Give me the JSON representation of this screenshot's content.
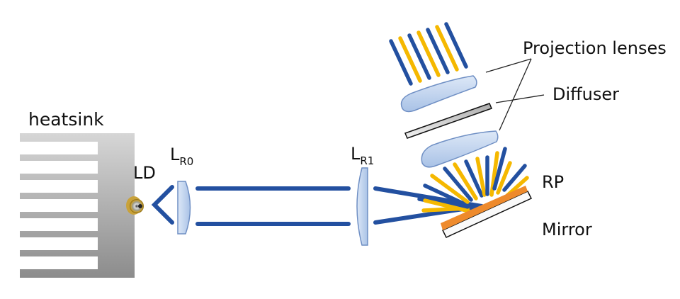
{
  "labels": {
    "heatsink": "heatsink",
    "ld": "LD",
    "lr0_main": "L",
    "lr0_sub": "R0",
    "lr1_main": "L",
    "lr1_sub": "R1",
    "projection_lenses": "Projection lenses",
    "diffuser": "Diffuser",
    "rp": "RP",
    "mirror": "Mirror"
  },
  "colors": {
    "beam_blue": "#2350a0",
    "beam_yellow": "#f5b800",
    "lens_fill": "#bcd0ec",
    "lens_stroke": "#6f8fc4",
    "mirror_orange": "#ee8a2c",
    "heatsink_gray": "#b8b8b8"
  }
}
